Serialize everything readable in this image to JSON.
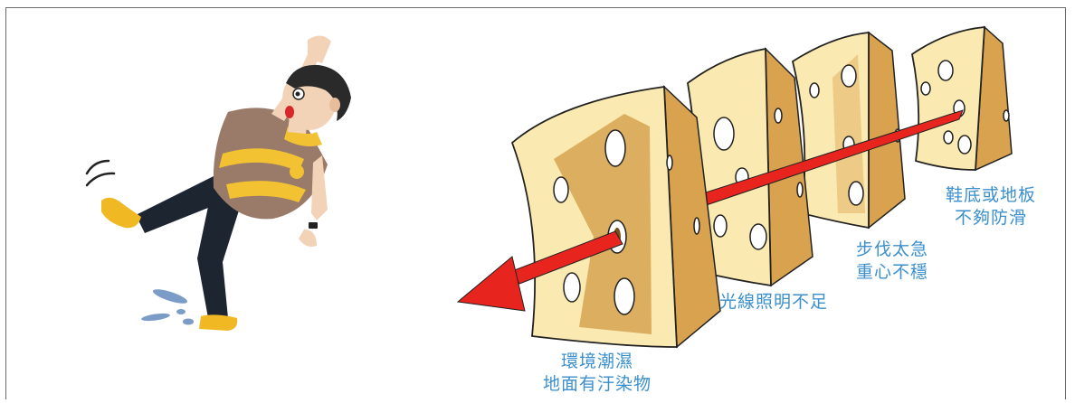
{
  "colors": {
    "label_text": "#3b8fcd",
    "cheese_face": "#fae9b0",
    "cheese_side": "#d8a24e",
    "cheese_shadow": "#c4923f",
    "arrow": "#e8241f",
    "border": "#6b6b6b"
  },
  "figure": {
    "icon": "slipping-person-icon",
    "puddle_icon": "water-splash-icon"
  },
  "slices": [
    {
      "id": "slice-1",
      "line1": "環境潮濕",
      "line2": "地面有汙染物"
    },
    {
      "id": "slice-2",
      "line1": "光線照明不足"
    },
    {
      "id": "slice-3",
      "line1": "步伐太急",
      "line2": "重心不穩"
    },
    {
      "id": "slice-4",
      "line1": "鞋底或地板",
      "line2": "不夠防滑"
    }
  ],
  "arrow": {
    "icon": "red-arrow-icon",
    "direction": "left"
  }
}
